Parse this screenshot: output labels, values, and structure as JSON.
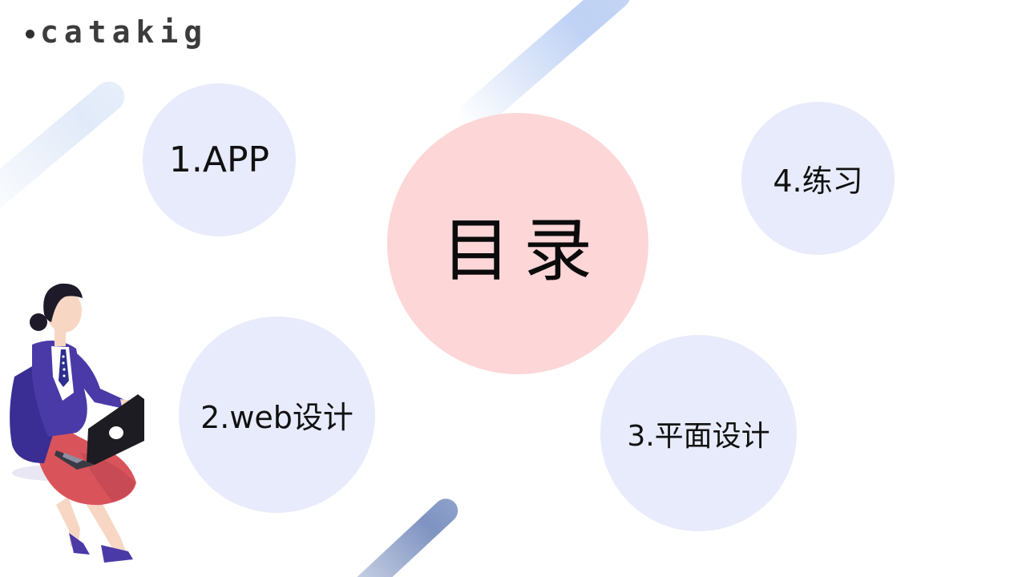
{
  "logo": {
    "text": "catakig"
  },
  "title": "目录",
  "items": [
    {
      "label": "1.APP"
    },
    {
      "label": "2.web设计"
    },
    {
      "label": "3.平面设计"
    },
    {
      "label": "4.练习"
    }
  ],
  "colors": {
    "bubble": "#e8ebfc",
    "center_bubble": "#fdd6d7",
    "stripe_light": "#c3d4f2",
    "stripe_dark": "#7e93c2",
    "jacket": "#4a3aa8",
    "skirt": "#d9545a",
    "skin": "#f7d7c4",
    "hair": "#1e1a2a"
  },
  "illustration": {
    "figure_icon": "woman-with-laptop-icon",
    "laptop_icon": "laptop-icon"
  }
}
